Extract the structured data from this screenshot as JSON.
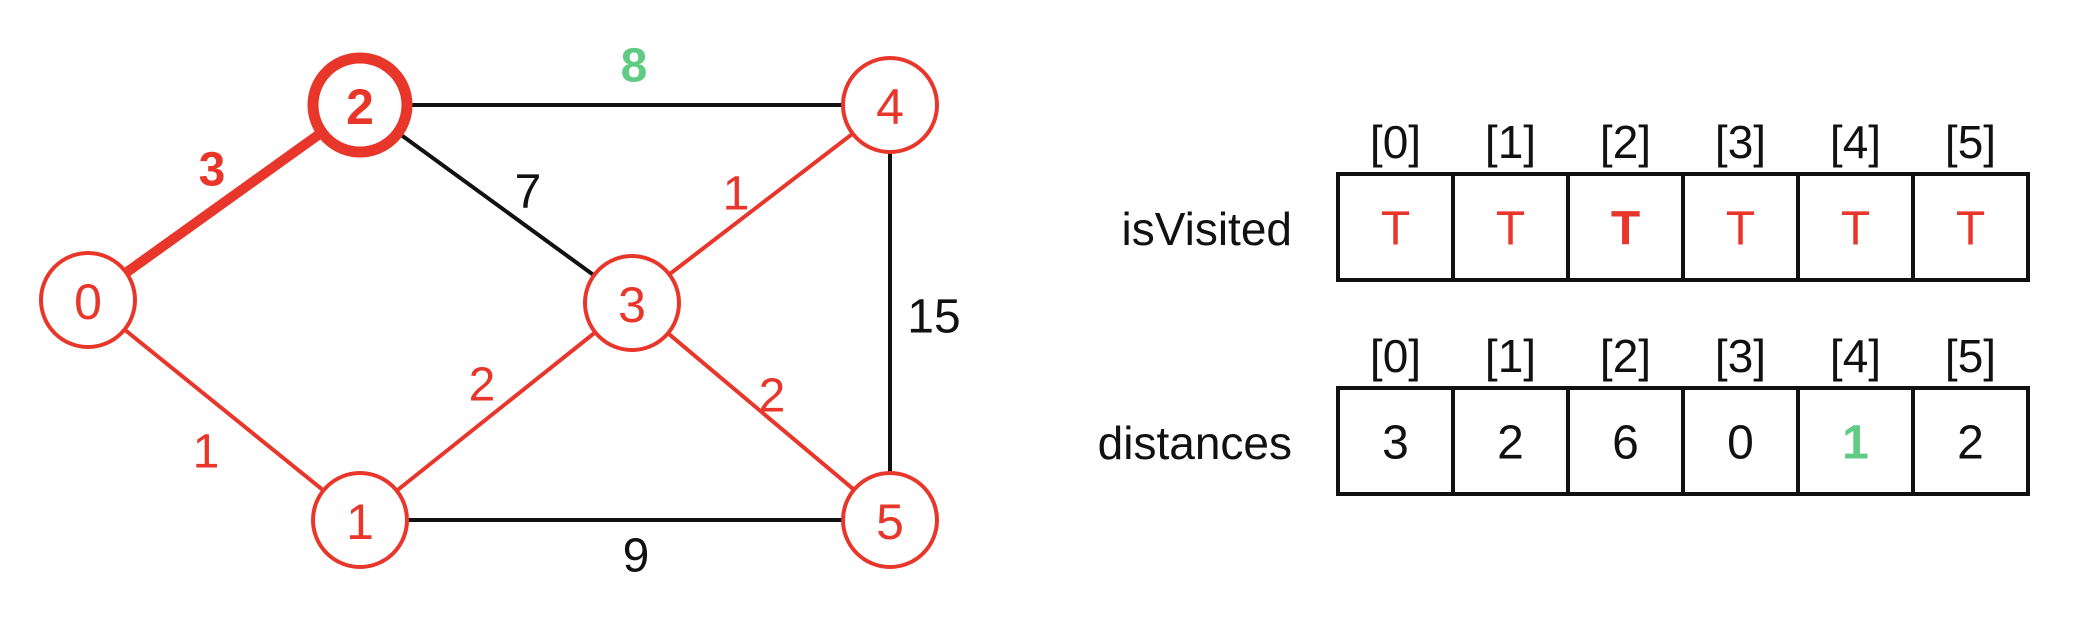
{
  "colors": {
    "red": "#e8362b",
    "green": "#5fcb85",
    "black": "#111111",
    "white": "#ffffff"
  },
  "graph": {
    "nodes": [
      {
        "id": "0",
        "label": "0",
        "emphasis": false
      },
      {
        "id": "1",
        "label": "1",
        "emphasis": false
      },
      {
        "id": "2",
        "label": "2",
        "emphasis": true
      },
      {
        "id": "3",
        "label": "3",
        "emphasis": false
      },
      {
        "id": "4",
        "label": "4",
        "emphasis": false
      },
      {
        "id": "5",
        "label": "5",
        "emphasis": false
      }
    ],
    "edges": [
      {
        "from": "0",
        "to": "2",
        "weight": "3",
        "color": "red",
        "emphasis": true,
        "label_color": "red"
      },
      {
        "from": "0",
        "to": "1",
        "weight": "1",
        "color": "red",
        "emphasis": false,
        "label_color": "red"
      },
      {
        "from": "2",
        "to": "4",
        "weight": "8",
        "color": "black",
        "emphasis": false,
        "label_color": "green"
      },
      {
        "from": "2",
        "to": "3",
        "weight": "7",
        "color": "black",
        "emphasis": false,
        "label_color": "black"
      },
      {
        "from": "3",
        "to": "4",
        "weight": "1",
        "color": "red",
        "emphasis": false,
        "label_color": "red"
      },
      {
        "from": "1",
        "to": "3",
        "weight": "2",
        "color": "red",
        "emphasis": false,
        "label_color": "red"
      },
      {
        "from": "3",
        "to": "5",
        "weight": "2",
        "color": "red",
        "emphasis": false,
        "label_color": "red"
      },
      {
        "from": "4",
        "to": "5",
        "weight": "15",
        "color": "black",
        "emphasis": false,
        "label_color": "black"
      },
      {
        "from": "1",
        "to": "5",
        "weight": "9",
        "color": "black",
        "emphasis": false,
        "label_color": "black"
      }
    ]
  },
  "arrays": [
    {
      "label": "isVisited",
      "indices": [
        "[0]",
        "[1]",
        "[2]",
        "[3]",
        "[4]",
        "[5]"
      ],
      "values": [
        "T",
        "T",
        "T",
        "T",
        "T",
        "T"
      ],
      "value_colors": [
        "red",
        "red",
        "red",
        "red",
        "red",
        "red"
      ],
      "value_bold": [
        false,
        false,
        true,
        false,
        false,
        false
      ]
    },
    {
      "label": "distances",
      "indices": [
        "[0]",
        "[1]",
        "[2]",
        "[3]",
        "[4]",
        "[5]"
      ],
      "values": [
        "3",
        "2",
        "6",
        "0",
        "1",
        "2"
      ],
      "value_colors": [
        "black",
        "black",
        "black",
        "black",
        "green",
        "black"
      ],
      "value_bold": [
        false,
        false,
        false,
        false,
        true,
        false
      ]
    }
  ]
}
